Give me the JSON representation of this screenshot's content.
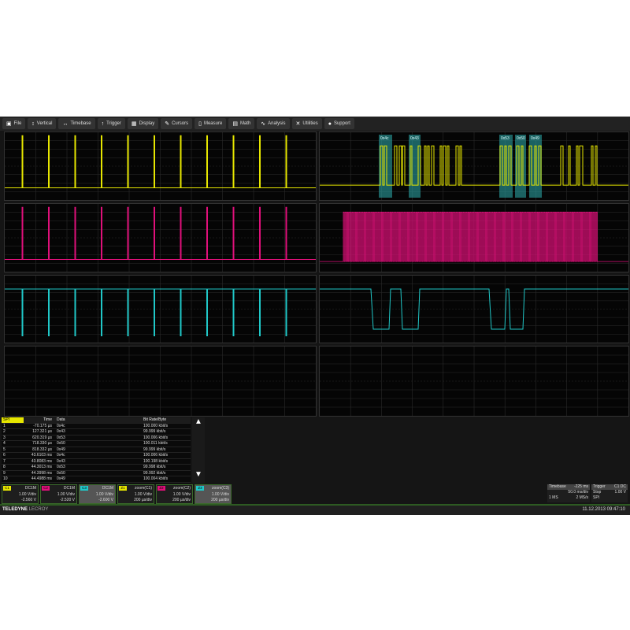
{
  "menu": [
    {
      "icon": "file-icon",
      "glyph": "▣",
      "label": "File"
    },
    {
      "icon": "vertical-icon",
      "glyph": "↕",
      "label": "Vertical"
    },
    {
      "icon": "timebase-icon",
      "glyph": "↔",
      "label": "Timebase"
    },
    {
      "icon": "trigger-icon",
      "glyph": "↑",
      "label": "Trigger"
    },
    {
      "icon": "display-icon",
      "glyph": "▦",
      "label": "Display"
    },
    {
      "icon": "cursors-icon",
      "glyph": "✎",
      "label": "Cursors"
    },
    {
      "icon": "measure-icon",
      "glyph": "▯",
      "label": "Measure"
    },
    {
      "icon": "math-icon",
      "glyph": "▤",
      "label": "Math"
    },
    {
      "icon": "analysis-icon",
      "glyph": "∿",
      "label": "Analysis"
    },
    {
      "icon": "utilities-icon",
      "glyph": "✕",
      "label": "Utilities"
    },
    {
      "icon": "support-icon",
      "glyph": "●",
      "label": "Support"
    }
  ],
  "colors": {
    "c1": "#e6e600",
    "c2": "#e0107a",
    "c3": "#20c8c8",
    "decode": "#2aa0a0"
  },
  "decode_labels": [
    "0x4c",
    "0x43",
    "0x53",
    "0x50",
    "0x49"
  ],
  "table": {
    "headers": [
      "SPI",
      "Time",
      "Data",
      "Bit Rate/Byte"
    ],
    "rows": [
      [
        "1",
        "-70.175 µs",
        "0x4c",
        "100.000 kbit/s"
      ],
      [
        "2",
        "127.321 µs",
        "0x43",
        "99.999 kbit/s"
      ],
      [
        "3",
        "620.319 µs",
        "0x53",
        "100.006 kbit/s"
      ],
      [
        "4",
        "718.330 µs",
        "0x50",
        "100.011 kbit/s"
      ],
      [
        "5",
        "818.332 µs",
        "0x49",
        "99.999 kbit/s"
      ],
      [
        "6",
        "43.6103 ms",
        "0x4c",
        "100.006 kbit/s"
      ],
      [
        "7",
        "43.8083 ms",
        "0x43",
        "100.198 kbit/s"
      ],
      [
        "8",
        "44.3013 ms",
        "0x53",
        "99.998 kbit/s"
      ],
      [
        "9",
        "44.3998 ms",
        "0x50",
        "99.992 kbit/s"
      ],
      [
        "10",
        "44.4988 ms",
        "0x49",
        "100.004 kbit/s"
      ]
    ]
  },
  "channels": [
    {
      "tag": "C1",
      "color": "#e6e600",
      "title": "DC1M",
      "l1": "1.00 V/div",
      "l2": "-2.560 V"
    },
    {
      "tag": "C2",
      "color": "#e0107a",
      "title": "DC1M",
      "l1": "1.00 V/div",
      "l2": "-2.520 V"
    },
    {
      "tag": "C3",
      "color": "#20c8c8",
      "title": "DC1M",
      "l1": "1.00 V/div",
      "l2": "-2.600 V"
    },
    {
      "tag": "Z1",
      "color": "#e6e600",
      "title": "zoom(C1)",
      "l1": "1.00 V/div",
      "l2": "200 µs/div"
    },
    {
      "tag": "Z2",
      "color": "#e0107a",
      "title": "zoom(C2)",
      "l1": "1.00 V/div",
      "l2": "200 µs/div"
    },
    {
      "tag": "Z3",
      "color": "#20c8c8",
      "title": "zoom(C3)",
      "l1": "1.00 V/div",
      "l2": "200 µs/div"
    }
  ],
  "timebase": {
    "label": "Timebase",
    "delay": "-225 ms",
    "rate": "50.0 ms/div",
    "samples": "1 MS",
    "srate": "2 MS/s"
  },
  "trigger": {
    "label": "Trigger",
    "badge": "C1 DC",
    "mode": "Stop",
    "level": "1.00 V",
    "type": "SPI"
  },
  "footer": {
    "brand": "TELEDYNE",
    "brand2": "LECROY",
    "timestamp": "11.12.2013 09:47:10"
  }
}
